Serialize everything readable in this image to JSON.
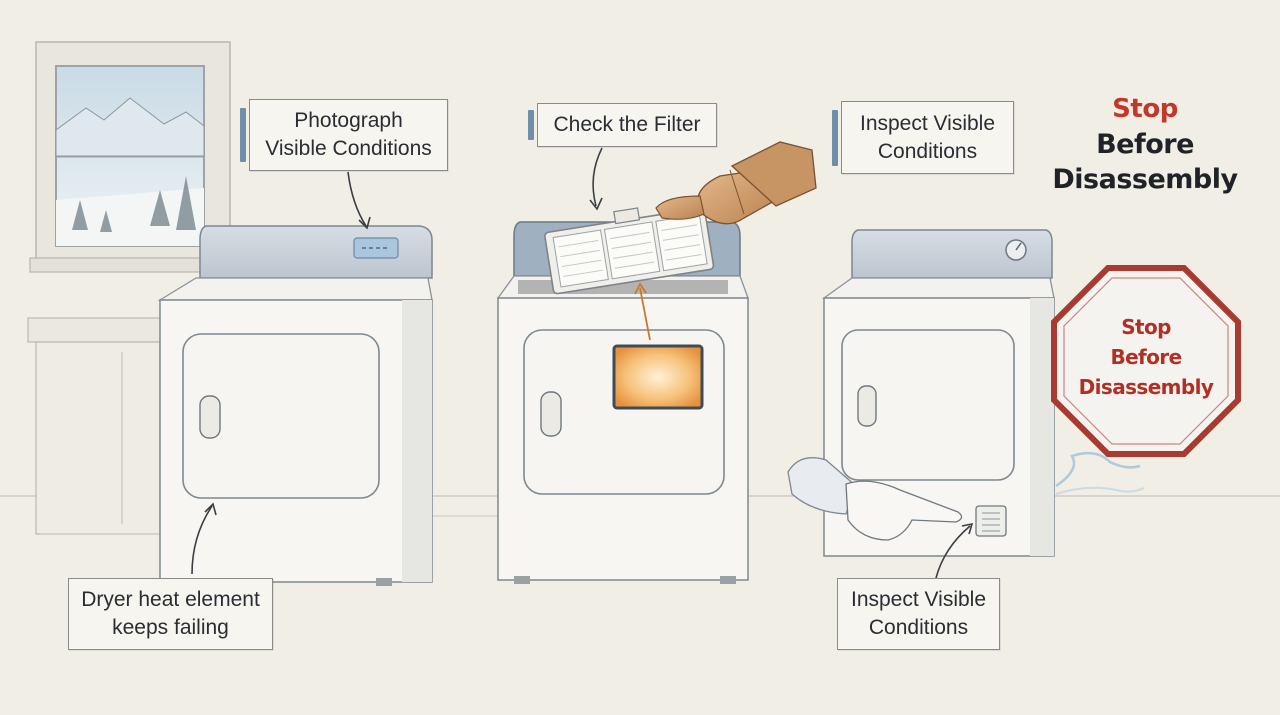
{
  "labels": {
    "photograph": [
      "Photograph",
      "Visible Conditions"
    ],
    "check_filter": [
      "Check the Filter"
    ],
    "inspect_top": [
      "Inspect Visible",
      "Conditions"
    ],
    "dryer_heat": [
      "Dryer heat element",
      "keeps failing"
    ],
    "inspect_bottom": [
      "Inspect Visible",
      "Conditions"
    ]
  },
  "heading": {
    "stop": "Stop",
    "before": "Before",
    "disassembly": "Disassembly"
  },
  "sign": {
    "line1": "Stop",
    "line2": "Before",
    "line3": "Disassembly"
  },
  "colors": {
    "background": "#f1eee5",
    "accent_tab": "#6f8ea8",
    "stop_red": "#c0392b",
    "glow_orange": "#f2a648"
  }
}
